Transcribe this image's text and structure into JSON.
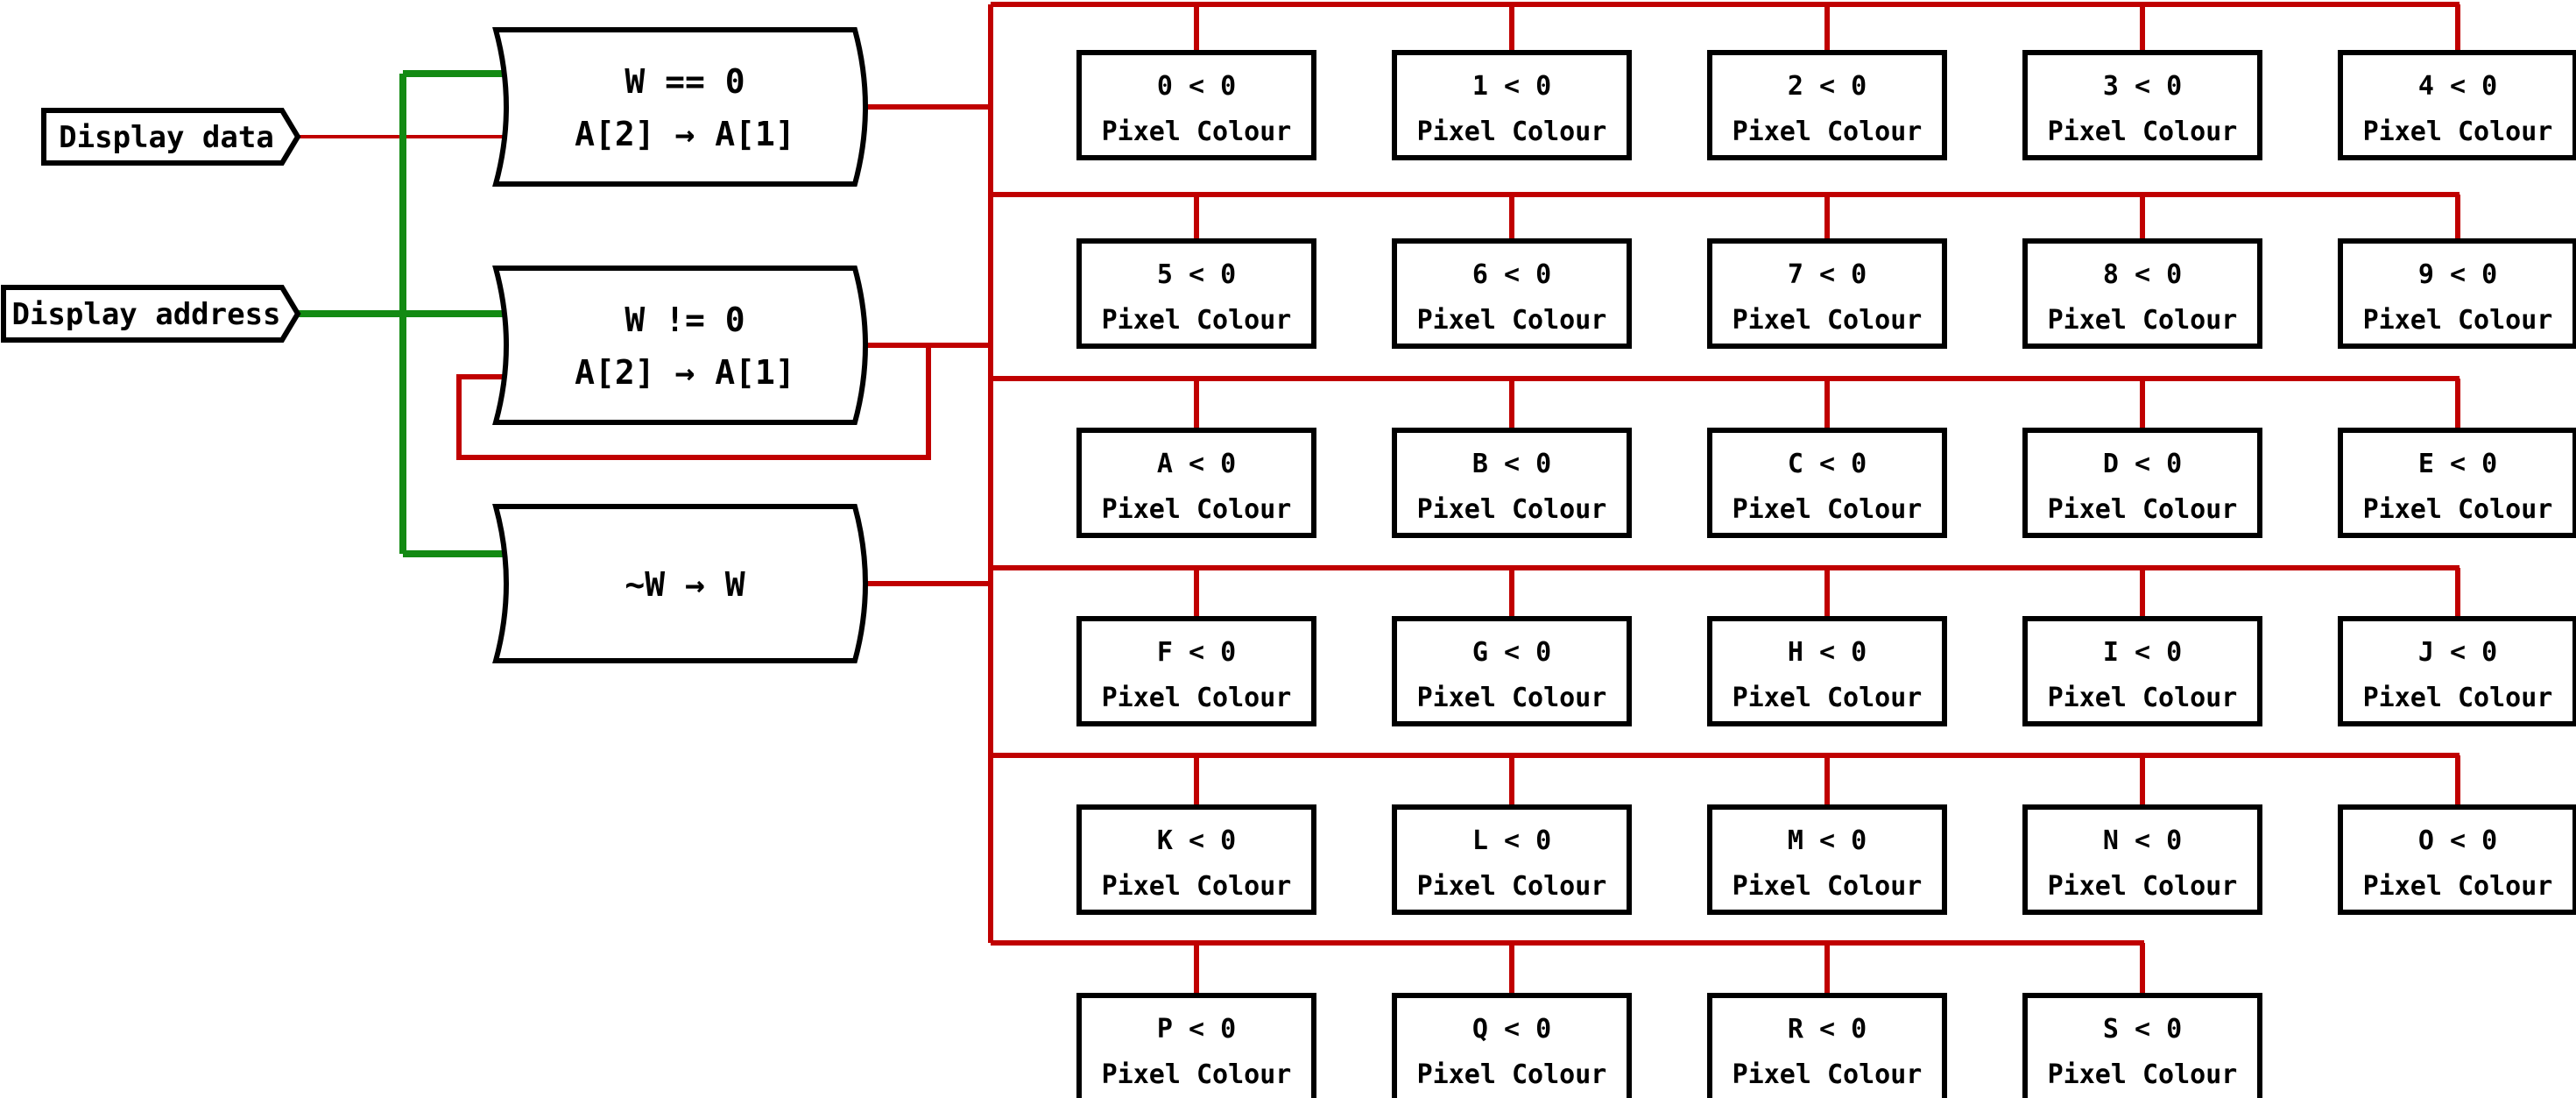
{
  "colors": {
    "wire_red": "#c00000",
    "wire_green": "#138a13",
    "stroke": "#000000",
    "fill": "#ffffff"
  },
  "inputs": {
    "data": "Display data",
    "address": "Display address"
  },
  "functions": [
    {
      "line1": "W == 0",
      "line2": "A[2] → A[1]"
    },
    {
      "line1": "W != 0",
      "line2": "A[2] → A[1]"
    },
    {
      "line1": "~W → W",
      "line2": ""
    }
  ],
  "cells": [
    {
      "cond": "0 < 0",
      "label": "Pixel Colour"
    },
    {
      "cond": "1 < 0",
      "label": "Pixel Colour"
    },
    {
      "cond": "2 < 0",
      "label": "Pixel Colour"
    },
    {
      "cond": "3 < 0",
      "label": "Pixel Colour"
    },
    {
      "cond": "4 < 0",
      "label": "Pixel Colour"
    },
    {
      "cond": "5 < 0",
      "label": "Pixel Colour"
    },
    {
      "cond": "6 < 0",
      "label": "Pixel Colour"
    },
    {
      "cond": "7 < 0",
      "label": "Pixel Colour"
    },
    {
      "cond": "8 < 0",
      "label": "Pixel Colour"
    },
    {
      "cond": "9 < 0",
      "label": "Pixel Colour"
    },
    {
      "cond": "A < 0",
      "label": "Pixel Colour"
    },
    {
      "cond": "B < 0",
      "label": "Pixel Colour"
    },
    {
      "cond": "C < 0",
      "label": "Pixel Colour"
    },
    {
      "cond": "D < 0",
      "label": "Pixel Colour"
    },
    {
      "cond": "E < 0",
      "label": "Pixel Colour"
    },
    {
      "cond": "F < 0",
      "label": "Pixel Colour"
    },
    {
      "cond": "G < 0",
      "label": "Pixel Colour"
    },
    {
      "cond": "H < 0",
      "label": "Pixel Colour"
    },
    {
      "cond": "I < 0",
      "label": "Pixel Colour"
    },
    {
      "cond": "J < 0",
      "label": "Pixel Colour"
    },
    {
      "cond": "K < 0",
      "label": "Pixel Colour"
    },
    {
      "cond": "L < 0",
      "label": "Pixel Colour"
    },
    {
      "cond": "M < 0",
      "label": "Pixel Colour"
    },
    {
      "cond": "N < 0",
      "label": "Pixel Colour"
    },
    {
      "cond": "O < 0",
      "label": "Pixel Colour"
    },
    {
      "cond": "P < 0",
      "label": "Pixel Colour"
    },
    {
      "cond": "Q < 0",
      "label": "Pixel Colour"
    },
    {
      "cond": "R < 0",
      "label": "Pixel Colour"
    },
    {
      "cond": "S < 0",
      "label": "Pixel Colour"
    }
  ]
}
